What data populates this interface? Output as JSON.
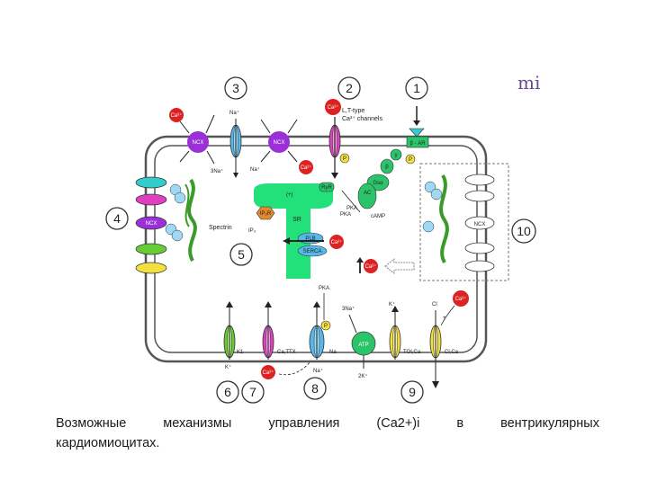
{
  "diagram": {
    "numbers": [
      "1",
      "2",
      "3",
      "4",
      "5",
      "6",
      "7",
      "8",
      "9",
      "10"
    ],
    "labels": {
      "na_plus_top": "Na⁺",
      "three_na_top": "3Na⁺",
      "na_plus_mid": "Na⁺",
      "ca_channel": "L,T-type",
      "ca_channel2": "Ca²⁺ channels",
      "beta_ar": "β - AR",
      "beta": "β",
      "gamma": "γ",
      "gsa": "Gsα",
      "ac": "AC",
      "camp": "cAMP",
      "pka_top": "PKA",
      "pka_bottom": "PKA",
      "ryr": "RyR",
      "ip3r": "IP₃R",
      "sr": "SR",
      "plb": "PLB",
      "serca": "SERCA",
      "ip3": "IP₃",
      "spectrin": "Spectrin",
      "ncx": "NCX",
      "ca2": "Ca²⁺",
      "p": "P",
      "plus": "(+)",
      "k1": "K1",
      "ca_ttx": "Ca,TTX",
      "na_label": "Na",
      "atp": "ATP",
      "three_na_bottom": "3Na⁺",
      "two_k": "2K⁺",
      "k_plus_top": "K⁺",
      "k_plus_bottom": "K⁺",
      "na_plus_bottom": "Na⁺",
      "toi_ca": "TOI,Ca",
      "cl": "Cl",
      "cl_ca": "Cl,Ca",
      "plus_small": "+"
    },
    "colors": {
      "ncx": "#9b30d9",
      "sodium": "#55b8e8",
      "calcium_ion": "#dd2222",
      "ca_channel": "#e040c0",
      "gprotein": "#2cc46a",
      "sr": "#22e07a",
      "k_channel": "#66cc33",
      "yellow_channel": "#f2e040",
      "cyan_channel": "#33cccc",
      "ip3r": "#e08830",
      "spectrin": "#3a9a2a"
    }
  },
  "logo": "mi",
  "caption": {
    "line1_words": [
      "Возможные",
      "механизмы",
      "управления",
      "(Ca2+)i",
      "в",
      "вентрикулярных"
    ],
    "line2": "кардиомиоцитах."
  }
}
